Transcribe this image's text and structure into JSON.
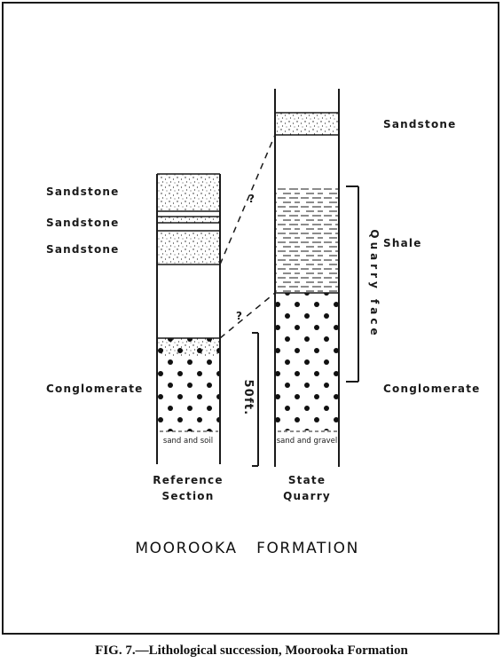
{
  "reference_column": {
    "labels": [
      "Sandstone",
      "Sandstone",
      "Sandstone",
      "Conglomerate"
    ],
    "base_note": "sand and soil",
    "name_line1": "Reference",
    "name_line2": "Section"
  },
  "quarry_column": {
    "labels": [
      "Sandstone",
      "Shale",
      "Conglomerate"
    ],
    "base_note": "sand and gravel",
    "name_line1": "State",
    "name_line2": "Quarry"
  },
  "scale_label": "50ft.",
  "quarry_face_label": "Quarry face",
  "correlation_marks": [
    "?",
    "?"
  ],
  "formation_word1": "MOOROOKA",
  "formation_word2": "FORMATION",
  "caption": "FIG. 7.—Lithological succession, Moorooka Formation",
  "colors": {
    "ink": "#1a1a1a"
  }
}
